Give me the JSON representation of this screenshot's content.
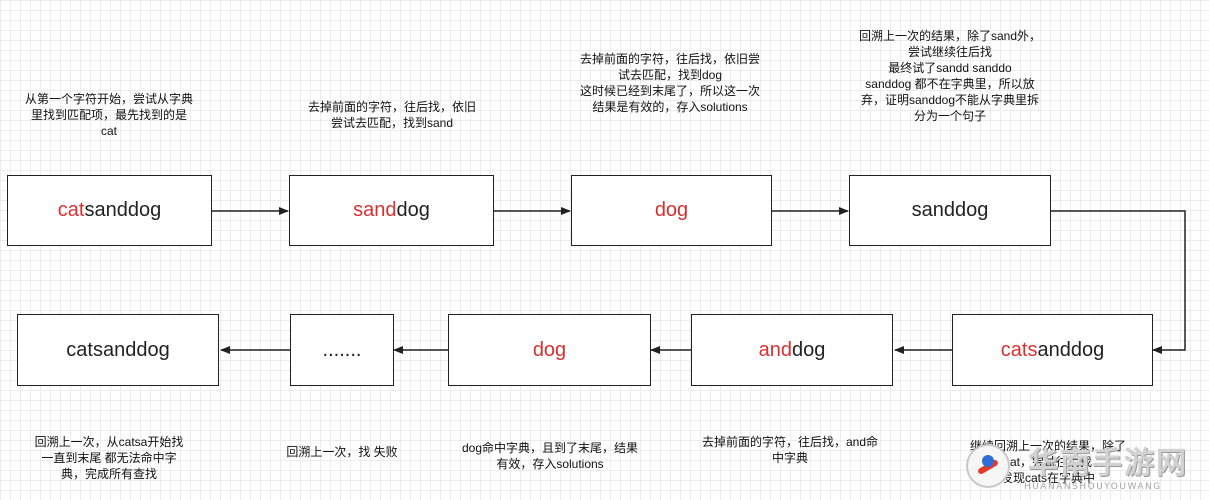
{
  "nodes": [
    {
      "id": "n1",
      "highlight": "cat",
      "rest": "sanddog"
    },
    {
      "id": "n2",
      "highlight": "sand",
      "rest": "dog"
    },
    {
      "id": "n3",
      "highlight": "dog",
      "rest": ""
    },
    {
      "id": "n4",
      "highlight": "",
      "rest": "sanddog"
    },
    {
      "id": "n5",
      "highlight": "cats",
      "rest": "anddog"
    },
    {
      "id": "n6",
      "highlight": "and",
      "rest": "dog"
    },
    {
      "id": "n7",
      "highlight": "dog",
      "rest": ""
    },
    {
      "id": "n8",
      "highlight": "",
      "rest": "......."
    },
    {
      "id": "n9",
      "highlight": "",
      "rest": "catsanddog"
    }
  ],
  "notes": {
    "n1": [
      "从第一个字符开始，尝试从字典",
      "里找到匹配项，最先找到的是",
      "cat"
    ],
    "n2": [
      "去掉前面的字符，往后找，依旧",
      "尝试去匹配，找到sand"
    ],
    "n3": [
      "去掉前面的字符，往后找，依旧尝",
      "试去匹配，找到dog",
      "这时候已经到末尾了，所以这一次",
      "结果是有效的，存入solutions"
    ],
    "n4": [
      "回溯上一次的结果，除了sand外，",
      "尝试继续往后找",
      "最终试了sandd sanddo",
      "sanddog 都不在字典里，所以放",
      "弃，证明sanddog不能从字典里拆",
      "分为一个句子"
    ],
    "n5": [
      "继续回溯上一次的结果，除了",
      "cat，尝试往后找",
      "发现cats在字典中"
    ],
    "n6": [
      "去掉前面的字符，往后找，and命",
      "中字典"
    ],
    "n7": [
      "dog命中字典，且到了末尾，结果",
      "有效，存入solutions"
    ],
    "n8": [
      "回溯上一次，找 失败"
    ],
    "n9": [
      "回溯上一次，从catsa开始找",
      "一直到末尾 都无法命中字",
      "典，完成所有查找"
    ]
  },
  "colors": {
    "highlight": "#d93030",
    "border": "#222222",
    "text": "#222222"
  },
  "watermark": {
    "title": "华南手游网",
    "subtitle": "HUANANSHOUYOUWANG",
    "icon": "logo-badge-icon"
  }
}
